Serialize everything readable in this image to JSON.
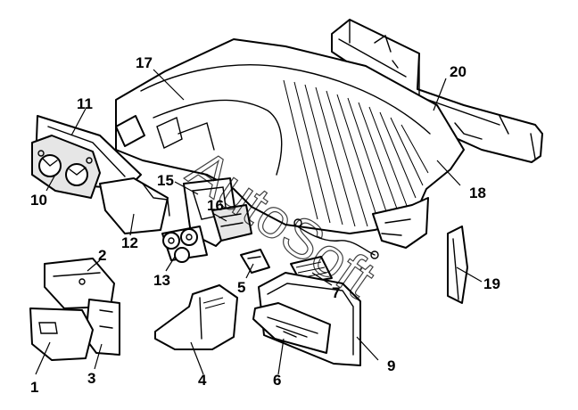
{
  "labels": {
    "p1": "1",
    "p2": "2",
    "p3": "3",
    "p4": "4",
    "p5": "5",
    "p6": "6",
    "p7": "7",
    "p9": "9",
    "p10": "10",
    "p11": "11",
    "p12": "12",
    "p13": "13",
    "p15": "15",
    "p16": "16",
    "p17": "17",
    "p18": "18",
    "p19": "19",
    "p20": "20"
  },
  "watermark": "AutoSoft",
  "colors": {
    "line": "#000000",
    "fill": "#ffffff",
    "shade": "#e6e6e6"
  }
}
